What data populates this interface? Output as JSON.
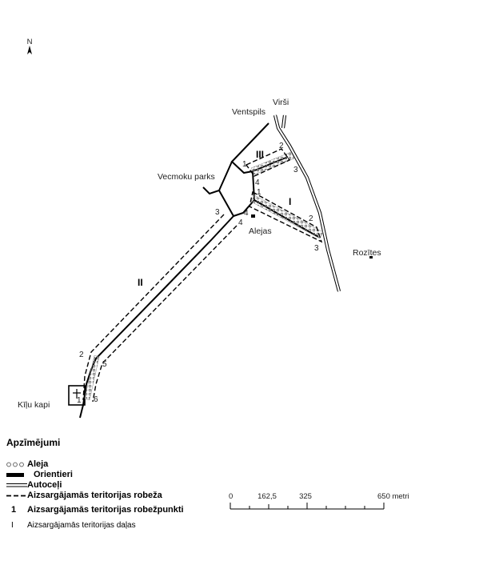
{
  "map": {
    "north_arrow_label": "N",
    "place_labels": {
      "virsi": "Virši",
      "ventspils": "Ventspils",
      "vecmoku_parks": "Vecmoku parks",
      "alejas": "Alejas",
      "rozites": "Rozītes",
      "kilu_kapi": "Kīļu kapi"
    },
    "territory_parts": {
      "part_1": "I",
      "part_2": "II",
      "part_3": "III"
    },
    "boundary_points": {
      "p3_1": "1",
      "p3_2": "2",
      "p3_3": "3",
      "p3_4": "4",
      "p1_1": "1",
      "p1_2": "2",
      "p1_3": "3",
      "p1_4": "4",
      "p2_3": "3",
      "p2_4": "4",
      "p2_2": "2",
      "p2_5": "5",
      "p2_1": "1",
      "p2_6": "6"
    }
  },
  "legend": {
    "title": "Apzīmējumi",
    "items": [
      {
        "key": "aleja",
        "label": "Aleja",
        "bold": true
      },
      {
        "key": "orientieri",
        "label": "Orientieri",
        "bold": true
      },
      {
        "key": "autoceli",
        "label": "Autoceļi",
        "bold": true
      },
      {
        "key": "robeza",
        "label": "Aizsargājamās teritorijas robeža",
        "bold": true
      },
      {
        "key": "robezpunkti",
        "symbol": "1",
        "label": "Aizsargājamās teritorijas robežpunkti",
        "bold": true
      },
      {
        "key": "dalas",
        "symbol": "I",
        "label": "Aizsargājamās teritorijas daļas",
        "bold": false
      }
    ]
  },
  "scale": {
    "ticks": [
      "0",
      "162,5",
      "325",
      "650 metri"
    ]
  }
}
